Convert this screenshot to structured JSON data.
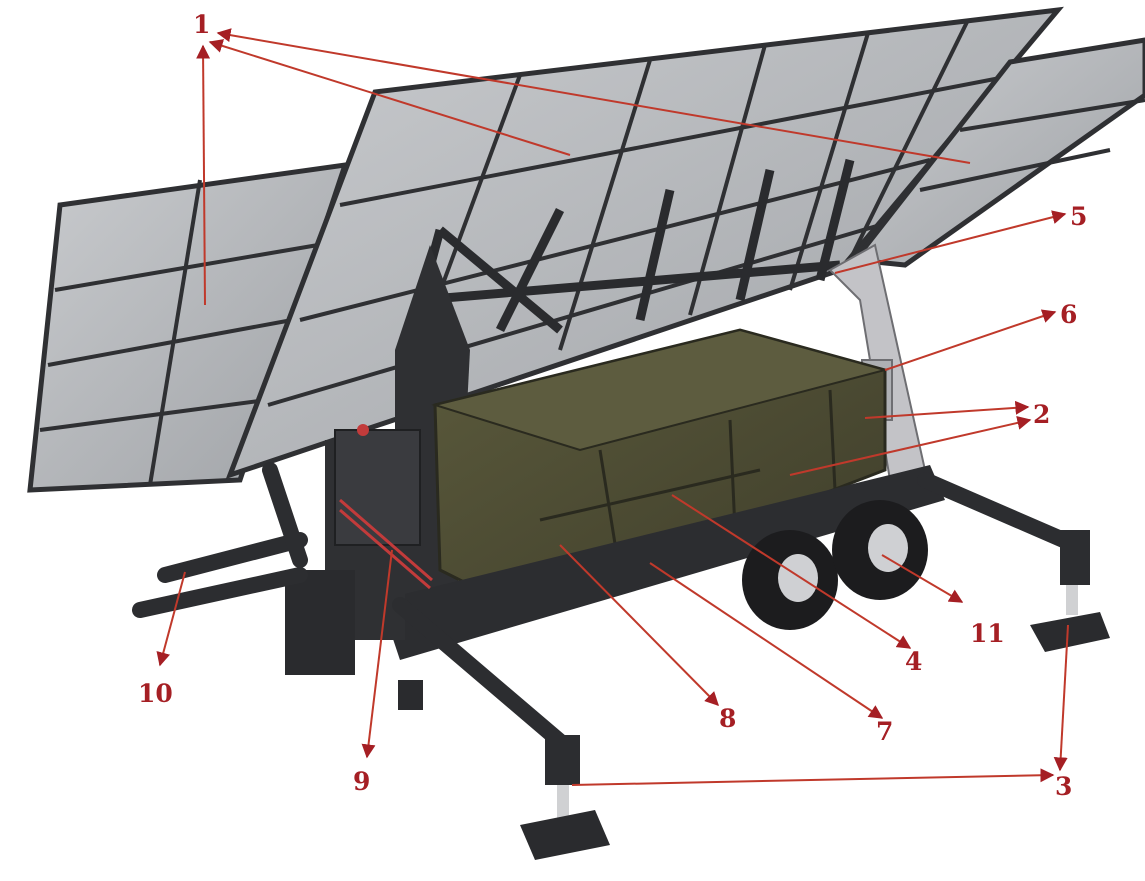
{
  "callouts": [
    {
      "key": "c1",
      "label": "1"
    },
    {
      "key": "c2",
      "label": "2"
    },
    {
      "key": "c3",
      "label": "3"
    },
    {
      "key": "c4",
      "label": "4"
    },
    {
      "key": "c5",
      "label": "5"
    },
    {
      "key": "c6",
      "label": "6"
    },
    {
      "key": "c7",
      "label": "7"
    },
    {
      "key": "c8",
      "label": "8"
    },
    {
      "key": "c9",
      "label": "9"
    },
    {
      "key": "c10",
      "label": "10"
    },
    {
      "key": "c11",
      "label": "11"
    }
  ],
  "colors": {
    "callout": "#a51f24",
    "panel": "#b7b9bc",
    "frame": "#2f3033",
    "box": "#4b4a32",
    "shield": "#c3c3c7"
  },
  "icons": {
    "arrow": "arrowhead"
  }
}
